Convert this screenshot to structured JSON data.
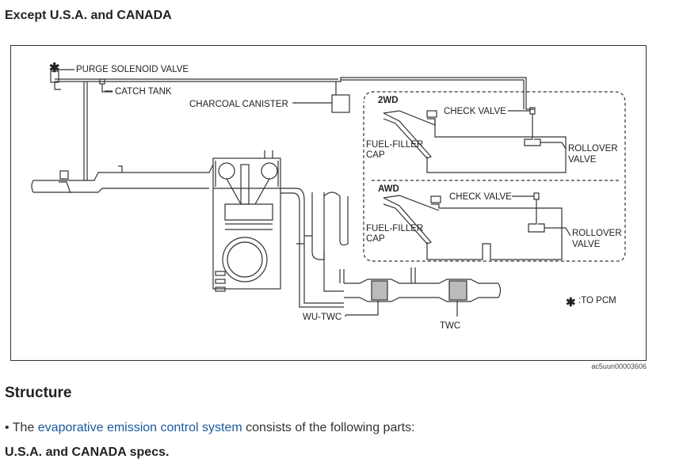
{
  "heading": "Except U.S.A. and CANADA",
  "diagram": {
    "labels": {
      "purge_solenoid_valve": "PURGE SOLENOID VALVE",
      "catch_tank": "CATCH TANK",
      "charcoal_canister": "CHARCOAL CANISTER",
      "wd2": "2WD",
      "awd": "AWD",
      "check_valve_2wd": "CHECK VALVE",
      "check_valve_awd": "CHECK VALVE",
      "fuel_filler_2wd_line1": "FUEL-FILLER",
      "fuel_filler_2wd_line2": "CAP",
      "fuel_filler_awd_line1": "FUEL-FILLER",
      "fuel_filler_awd_line2": "CAP",
      "rollover_2wd_line1": "ROLLOVER",
      "rollover_2wd_line2": "VALVE",
      "rollover_awd_line1": "ROLLOVER",
      "rollover_awd_line2": "VALVE",
      "wu_twc": "WU-TWC",
      "twc": "TWC",
      "to_pcm": ":TO PCM",
      "asterisk": "✱"
    },
    "figure_code": "ac5uun00003606"
  },
  "structure_title": "Structure",
  "bullet": {
    "marker": "•",
    "prefix": "The ",
    "link": "evaporative emission control system",
    "suffix": " consists of the following parts:"
  },
  "specs_heading": "U.S.A. and CANADA specs."
}
